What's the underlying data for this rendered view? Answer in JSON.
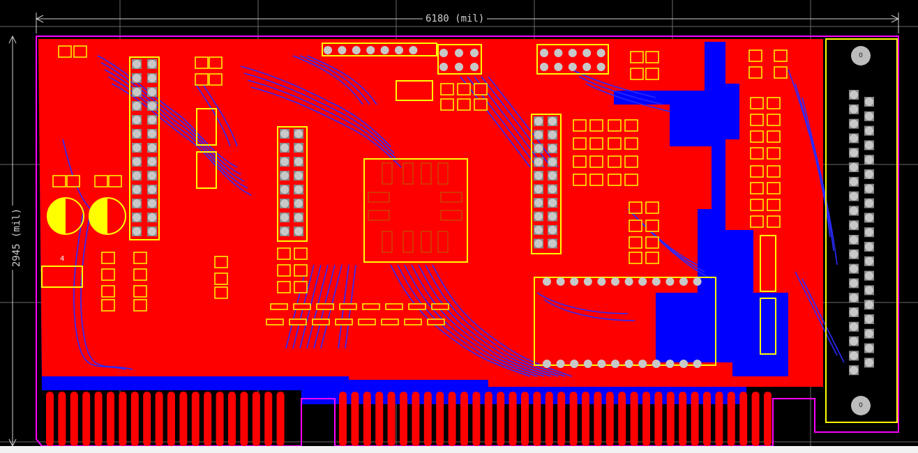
{
  "dimensions": {
    "width_label": "6180 (mil)",
    "height_label": "2945 (mil)"
  },
  "labels": {
    "mount_hole_top": "0",
    "mount_hole_bottom": "0",
    "regulator_ref": "4"
  },
  "colors": {
    "background": "#000000",
    "top_layer": "#ff0000",
    "bottom_layer": "#0000ff",
    "trace_bottom": "#3a3aff",
    "silkscreen": "#ffff00",
    "board_outline": "#ff00ff",
    "pad": "#c0c0c0",
    "grid": "#6a6a6a",
    "dimension": "#cfcfcf"
  }
}
